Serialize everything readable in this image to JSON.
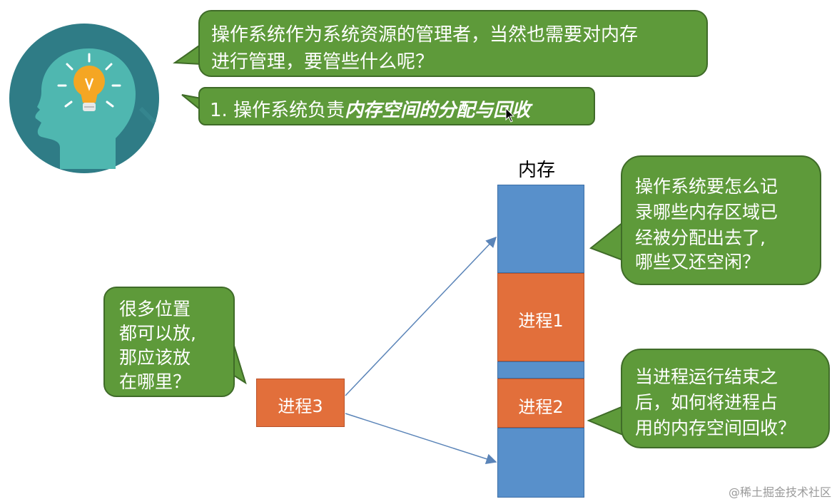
{
  "colors": {
    "bubble_fill": "#5e9a3a",
    "bubble_border": "#3f6b28",
    "memory_blue": "#5890cb",
    "process_orange": "#e26f3b",
    "avatar_bg": "#2f7c86",
    "head": "#4fb7b0",
    "bulb": "#f5a623",
    "arrow": "#5a84b8"
  },
  "top_bubble": {
    "line1": "操作系统作为系统资源的管理者，当然也需要对内存",
    "line2": "进行管理，要管些什么呢？"
  },
  "point_bubble": {
    "prefix": "1. 操作系统负责",
    "emphasis": "内存空间的分配与回收"
  },
  "memory": {
    "title": "内存",
    "process1": "进程1",
    "process2": "进程2"
  },
  "process3": {
    "label": "进程3"
  },
  "left_bubble": {
    "line1": "很多位置",
    "line2": "都可以放,",
    "line3": "那应该放",
    "line4": "在哪里？"
  },
  "right_top_bubble": {
    "line1": "操作系统要怎么记",
    "line2": "录哪些内存区域已",
    "line3": "经被分配出去了,",
    "line4": "哪些又还空闲？"
  },
  "right_bottom_bubble": {
    "line1": "当进程运行结束之",
    "line2": "后，如何将进程占",
    "line3": "用的内存空间回收？"
  },
  "watermark": "@稀土掘金技术社区"
}
